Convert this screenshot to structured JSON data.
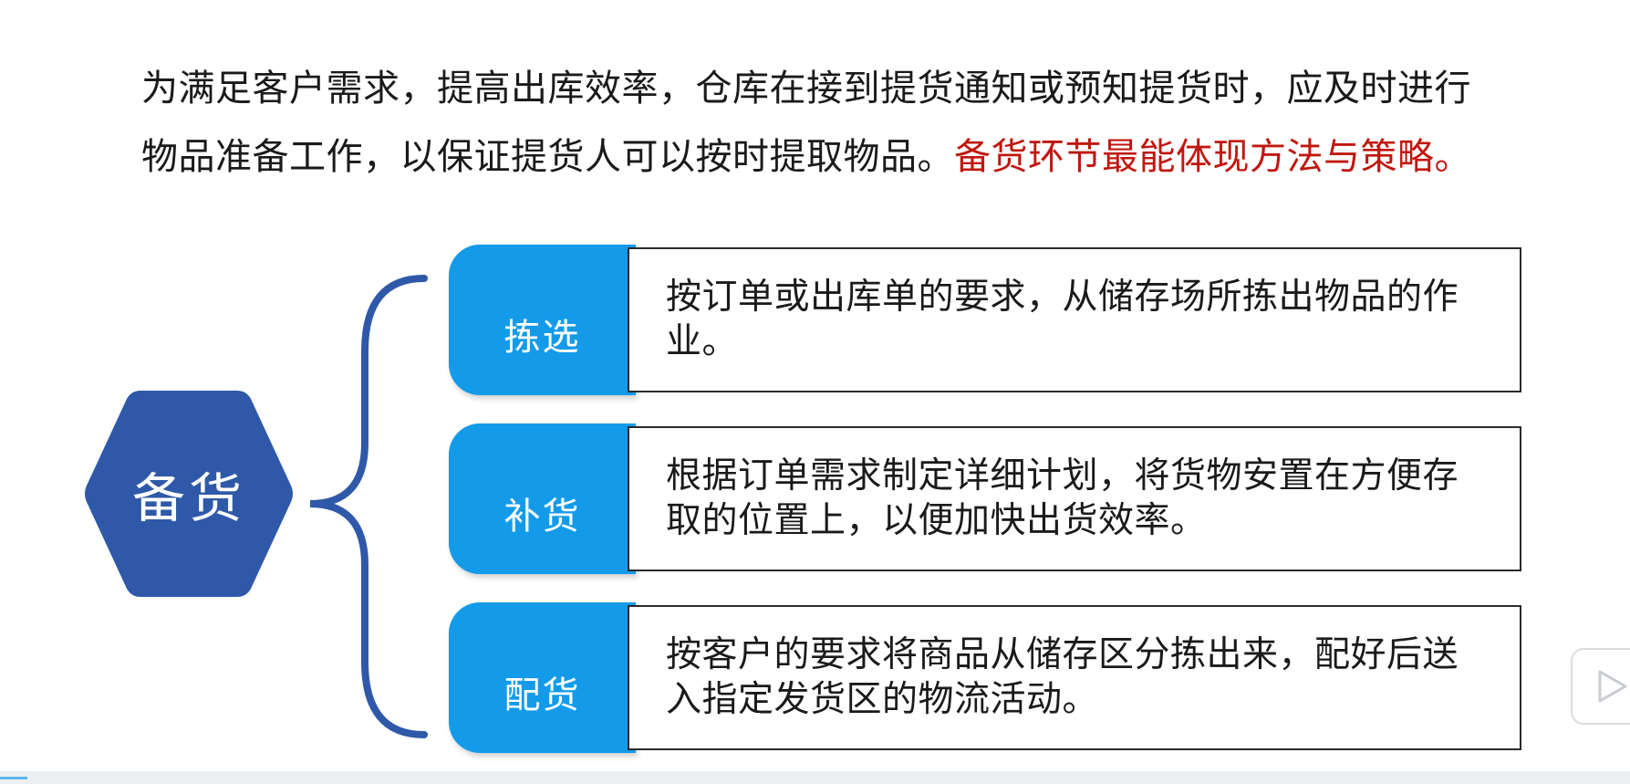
{
  "intro": {
    "line1": "为满足客户需求，提高出库效率，仓库在接到提货通知或预知提货时，应及时进行",
    "line2_plain": "物品准备工作，以保证提货人可以按时提取物品。",
    "line2_emphasis": "备货环节最能体现方法与策略。"
  },
  "center": {
    "label": "备货"
  },
  "branches": [
    {
      "tab": "拣选",
      "desc": "按订单或出库单的要求，从储存场所拣出物品的作业。"
    },
    {
      "tab": "补货",
      "desc": "根据订单需求制定详细计划，将货物安置在方便存取的位置上，以便加快出货效率。"
    },
    {
      "tab": "配货",
      "desc": "按客户的要求将商品从储存区分拣出来，配好后送入指定发货区的物流活动。"
    }
  ],
  "colors": {
    "hexagon": "#2f59a8",
    "brace": "#2f59a8",
    "tab": "#139bea",
    "emphasis": "#c0170f"
  }
}
